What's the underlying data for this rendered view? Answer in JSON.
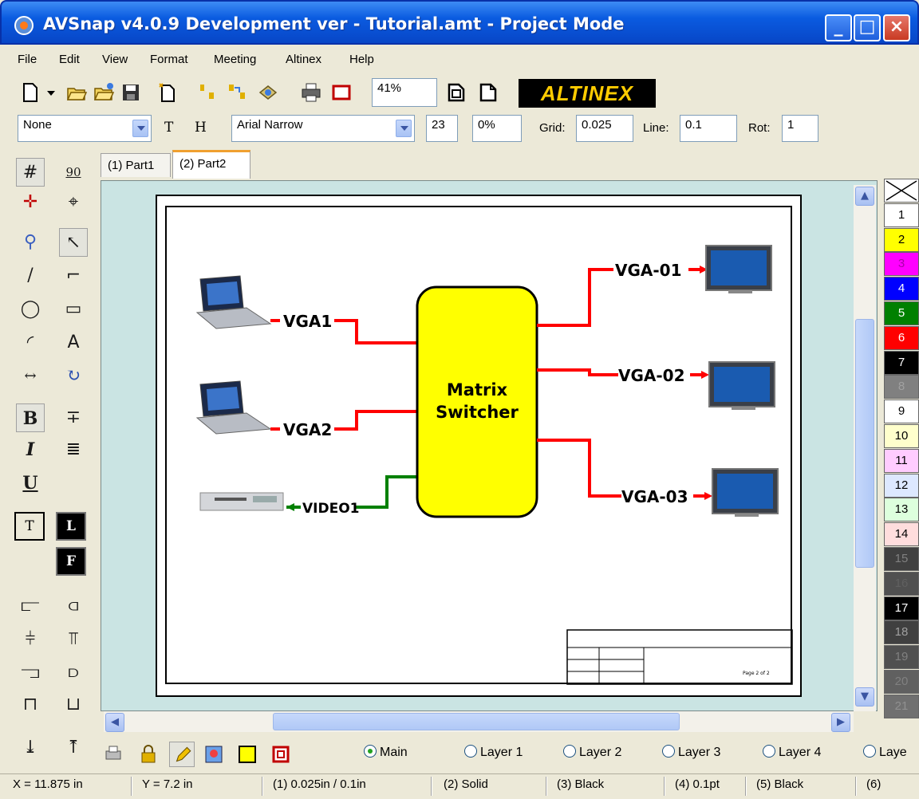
{
  "window": {
    "title": "AVSnap v4.0.9 Development ver - Tutorial.amt - Project Mode"
  },
  "menu": [
    "File",
    "Edit",
    "View",
    "Format",
    "Meeting",
    "Altinex",
    "Help"
  ],
  "toolbar": {
    "zoom": "41%",
    "brand": "ALTINEX"
  },
  "format_bar": {
    "style": "None",
    "t_label": "T",
    "h_label": "H",
    "font": "Arial Narrow",
    "font_size": "23",
    "percent": "0%",
    "grid_label": "Grid:",
    "grid_value": "0.025",
    "line_label": "Line:",
    "line_value": "0.1",
    "rot_label": "Rot:",
    "rot_value": "1"
  },
  "palette": {
    "angle_label": "90",
    "bold": "B",
    "italic": "I",
    "underline": "U",
    "text_box": "T",
    "line_box": "L",
    "fill_box": "F"
  },
  "tabs": [
    "(1) Part1",
    "(2) Part2"
  ],
  "diagram": {
    "switcher_line1": "Matrix",
    "switcher_line2": "Switcher",
    "inputs": [
      "VGA1",
      "VGA2",
      "VIDEO1"
    ],
    "outputs": [
      "VGA-01",
      "VGA-02",
      "VGA-03"
    ],
    "title_block_page": "Page 2 of 2",
    "wire_color": "#ff0000",
    "video_wire_color": "#008000",
    "switcher_color": "#ffff00"
  },
  "colors": [
    {
      "label": "",
      "bg": "#ffffff",
      "fg": "#000000"
    },
    {
      "label": "1",
      "bg": "#ffffff",
      "fg": "#000000"
    },
    {
      "label": "2",
      "bg": "#ffff00",
      "fg": "#000000"
    },
    {
      "label": "3",
      "bg": "#ff00ff",
      "fg": "#aa00aa"
    },
    {
      "label": "4",
      "bg": "#0000ff",
      "fg": "#ffffff"
    },
    {
      "label": "5",
      "bg": "#008000",
      "fg": "#ffffff"
    },
    {
      "label": "6",
      "bg": "#ff0000",
      "fg": "#ffffff"
    },
    {
      "label": "7",
      "bg": "#000000",
      "fg": "#ffffff"
    },
    {
      "label": "8",
      "bg": "#808080",
      "fg": "#a0a0a0"
    },
    {
      "label": "9",
      "bg": "#ffffff",
      "fg": "#000000"
    },
    {
      "label": "10",
      "bg": "#ffffcc",
      "fg": "#000000"
    },
    {
      "label": "11",
      "bg": "#ffccff",
      "fg": "#000000"
    },
    {
      "label": "12",
      "bg": "#dde8ff",
      "fg": "#000000"
    },
    {
      "label": "13",
      "bg": "#ddffdd",
      "fg": "#000000"
    },
    {
      "label": "14",
      "bg": "#ffdddd",
      "fg": "#000000"
    },
    {
      "label": "15",
      "bg": "#404040",
      "fg": "#808080"
    },
    {
      "label": "16",
      "bg": "#505050",
      "fg": "#606060"
    },
    {
      "label": "17",
      "bg": "#000000",
      "fg": "#ffffff"
    },
    {
      "label": "18",
      "bg": "#404040",
      "fg": "#a0a0a0"
    },
    {
      "label": "19",
      "bg": "#505050",
      "fg": "#808080"
    },
    {
      "label": "20",
      "bg": "#606060",
      "fg": "#808080"
    },
    {
      "label": "21",
      "bg": "#707070",
      "fg": "#909090"
    }
  ],
  "layers": {
    "items": [
      "Main",
      "Layer 1",
      "Layer 2",
      "Layer 3",
      "Layer 4",
      "Laye"
    ],
    "selected": 0
  },
  "status": {
    "x": "X = 11.875 in",
    "y": "Y = 7.2 in",
    "grid": "(1) 0.025in / 0.1in",
    "line_style": "(2) Solid",
    "color": "(3) Black",
    "weight": "(4) 0.1pt",
    "fill": "(5) Black",
    "extra": "(6)"
  }
}
